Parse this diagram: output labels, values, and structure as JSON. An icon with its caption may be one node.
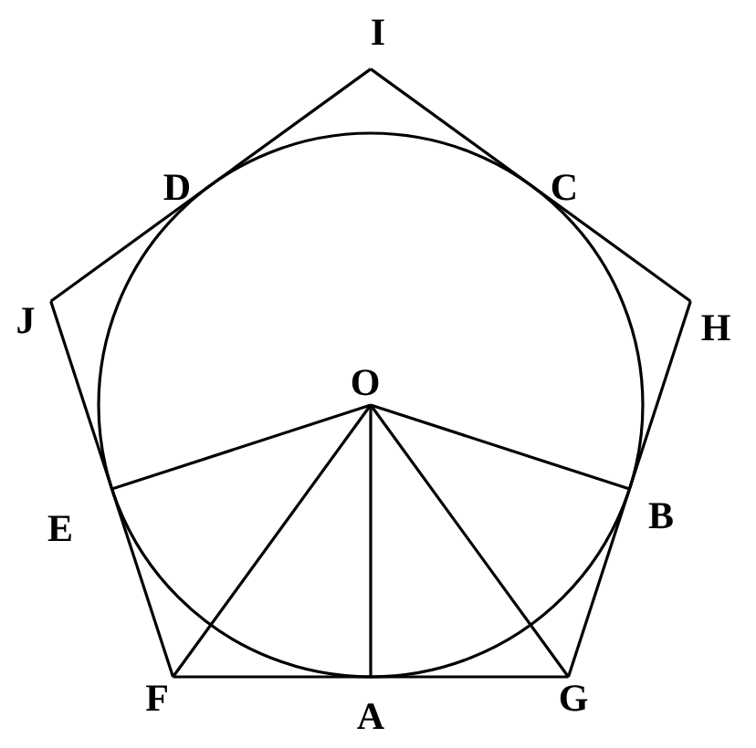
{
  "diagram": {
    "nodes": [
      {
        "text": [
          "I"
        ]
      },
      {
        "text": [
          "D"
        ]
      },
      {
        "text": [
          "C"
        ]
      },
      {
        "text": [
          "J"
        ]
      },
      {
        "text": [
          "H"
        ]
      },
      {
        "text": [
          "O"
        ]
      },
      {
        "text": [
          "E"
        ]
      },
      {
        "text": [
          "B"
        ]
      },
      {
        "text": [
          "F"
        ]
      },
      {
        "text": [
          "A"
        ]
      },
      {
        "text": [
          "G"
        ]
      }
    ],
    "edges": [
      {
        "from": 3,
        "to": 0,
        "arrow": "none"
      },
      {
        "from": 0,
        "to": 4,
        "arrow": "none"
      },
      {
        "from": 4,
        "to": 10,
        "arrow": "none"
      },
      {
        "from": 10,
        "to": 8,
        "arrow": "none"
      },
      {
        "from": 8,
        "to": 3,
        "arrow": "none"
      },
      {
        "from": 5,
        "to": 6,
        "arrow": "none"
      },
      {
        "from": 5,
        "to": 8,
        "arrow": "none"
      },
      {
        "from": 5,
        "to": 9,
        "arrow": "none"
      },
      {
        "from": 5,
        "to": 10,
        "arrow": "none"
      },
      {
        "from": 5,
        "to": 7,
        "arrow": "none"
      }
    ]
  }
}
